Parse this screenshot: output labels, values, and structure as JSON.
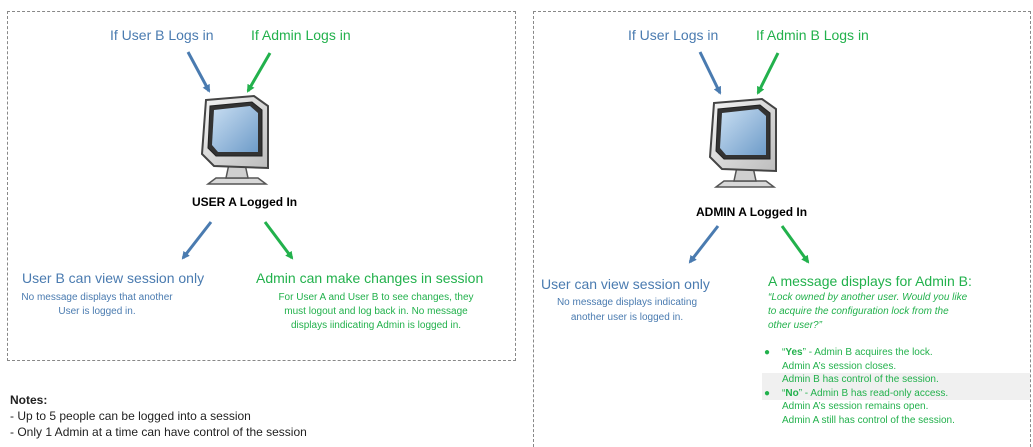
{
  "colors": {
    "blue": "#4a7bb0",
    "green": "#22b14c",
    "border": "#888888"
  },
  "left_panel": {
    "trigger_user": "If User B Logs in",
    "trigger_admin": "If Admin Logs in",
    "center_label": "USER A Logged In",
    "user_outcome": {
      "title": "User B can view session only",
      "lines": [
        "No message displays that another",
        "User is logged in."
      ]
    },
    "admin_outcome": {
      "title": "Admin can make changes in session",
      "lines": [
        "For User A and User B to see changes, they",
        "must logout and log back in.  No message",
        "displays iindicating Admin is logged in."
      ]
    }
  },
  "right_panel": {
    "trigger_user": "If User Logs in",
    "trigger_admin": "If Admin B Logs in",
    "center_label": "ADMIN A Logged In",
    "user_outcome": {
      "title": "User can view session only",
      "lines": [
        "No message displays indicating",
        "another user is logged in."
      ]
    },
    "admin_outcome": {
      "title": "A message displays for Admin B:",
      "quote_lines": [
        "“Lock owned by another user.  Would you like",
        "to acquire the configuration lock from the",
        "other user?”"
      ],
      "bullets": [
        {
          "lead_open": "“",
          "lead_bold": "Yes",
          "lead_rest": "” - Admin B acquires the lock.",
          "sub": [
            "Admin A’s session closes.",
            "Admin B has control of the session."
          ]
        },
        {
          "lead_open": " “",
          "lead_bold": "No",
          "lead_rest": "” - Admin B has read-only access.",
          "sub": [
            "Admin A’s session remains open.",
            "Admin A still has control of the session."
          ]
        }
      ]
    }
  },
  "notes": {
    "title": "Notes:",
    "items": [
      "- Up to 5 people can be logged into a session",
      "- Only 1 Admin at a time can have control of the session"
    ]
  },
  "icons": {
    "computer": "computer-monitor-icon",
    "arrow": "arrow-icon"
  }
}
